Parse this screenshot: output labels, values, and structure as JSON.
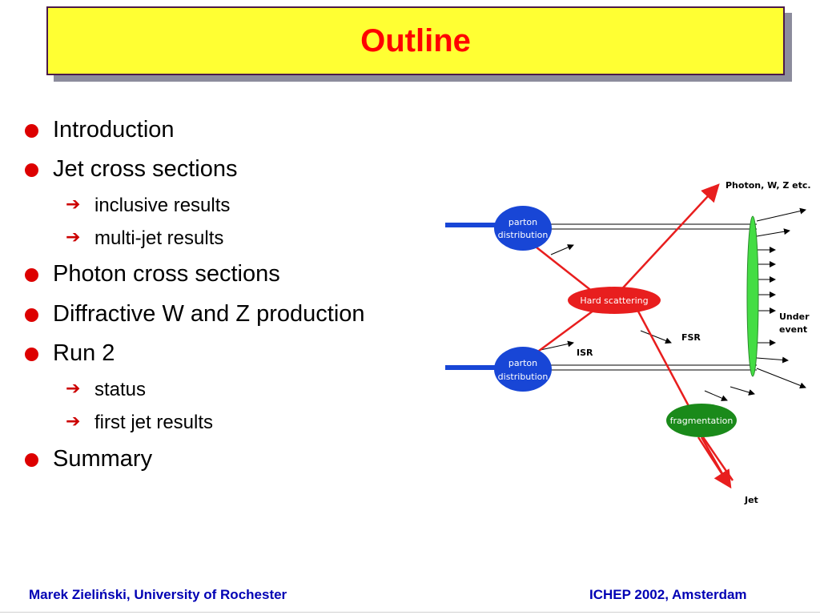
{
  "slide": {
    "title": "Outline",
    "bullets": [
      {
        "label": " Introduction"
      },
      {
        "label": " Jet cross sections",
        "subs": [
          "inclusive results",
          "multi-jet results"
        ]
      },
      {
        "label": "Photon cross sections"
      },
      {
        "label": "Diffractive W and Z  production"
      },
      {
        "label": "Run 2",
        "subs": [
          "status",
          "first jet results"
        ]
      },
      {
        "label": "Summary"
      }
    ],
    "arrow_glyph": "➔"
  },
  "diagram": {
    "parton_top": [
      "parton",
      "distribution"
    ],
    "parton_bottom": [
      "parton",
      "distribution"
    ],
    "hard_scattering": "Hard scattering",
    "fragmentation": "fragmentation",
    "photon_label": "Photon, W, Z etc.",
    "underlying_label": [
      "Under",
      "event"
    ],
    "fsr_label": "FSR",
    "isr_label": "ISR",
    "jet_label": "Jet"
  },
  "footer": {
    "left": "Marek Zieliński, University of Rochester",
    "right": "ICHEP 2002, Amsterdam"
  },
  "colors": {
    "title_bg": "#ffff33",
    "title_text": "#ff0000",
    "bullet": "#dd0000",
    "footer_text": "#0000b4",
    "parton_blue": "#1846d6",
    "hard_red": "#e81e1e",
    "frag_green": "#1a8a1a",
    "underlying_green": "#44dd44"
  }
}
